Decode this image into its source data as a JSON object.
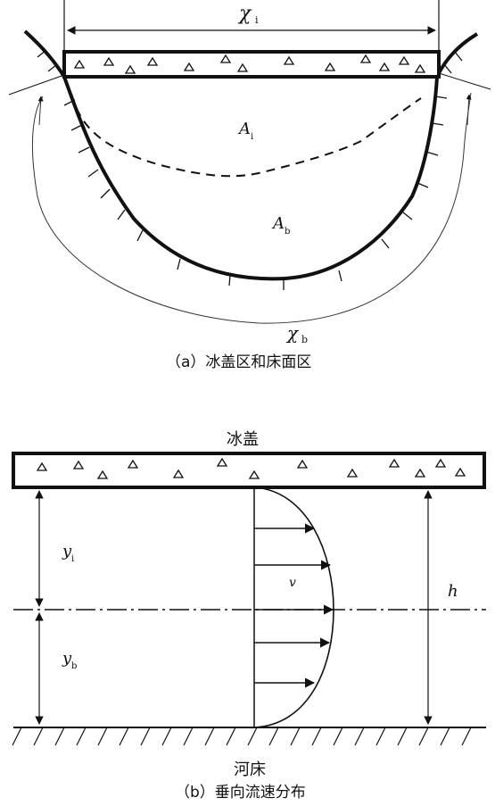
{
  "panel_a": {
    "chi_i": "χ",
    "chi_i_sub": "i",
    "A_i": "A",
    "A_i_sub": "i",
    "A_b": "A",
    "A_b_sub": "b",
    "chi_b": "χ",
    "chi_b_sub": "b",
    "caption": "（a）冰盖区和床面区"
  },
  "panel_b": {
    "ice_cover_label": "冰盖",
    "y_i": "y",
    "y_i_sub": "i",
    "y_b": "y",
    "y_b_sub": "b",
    "v": "v",
    "h": "h",
    "riverbed_label": "河床",
    "caption": "（b）垂向流速分布"
  }
}
